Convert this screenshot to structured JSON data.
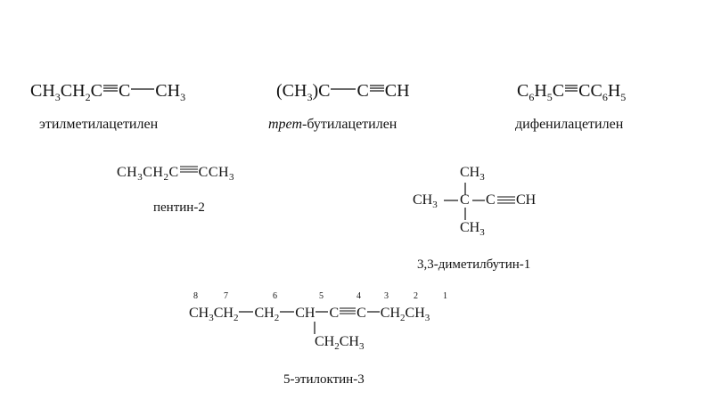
{
  "compounds": [
    {
      "formula": {
        "a": "CH",
        "s1": "3",
        "b": "CH",
        "s2": "2",
        "c": "C",
        "d": "C",
        "e": "CH",
        "s3": "3"
      },
      "name": "этилметилацетилен"
    },
    {
      "formula": {
        "a": "(CH",
        "s1": "3",
        "b": ")C",
        "c": "C",
        "d": "CH"
      },
      "name_italic": "трет",
      "name_rest": "-бутилацетилен"
    },
    {
      "formula": {
        "a": "C",
        "s1": "6",
        "b": "H",
        "s2": "5",
        "c": "C",
        "d": "CC",
        "s3": "6",
        "e": "H",
        "s4": "5"
      },
      "name": "дифенилацетилен"
    },
    {
      "formula": {
        "a": "CH",
        "s1": "3",
        "b": "CH",
        "s2": "2",
        "c": "C",
        "d": "CCH",
        "s3": "3"
      },
      "name": "пентин-2"
    },
    {
      "top": "CH",
      "top_sub": "3",
      "left": "CH",
      "left_sub": "3",
      "center": "C",
      "right_c": "C",
      "right_end": "CH",
      "bottom": "CH",
      "bottom_sub": "3",
      "name": "3,3-диметилбутин-1"
    },
    {
      "numbers": [
        "8",
        "7",
        "6",
        "5",
        "4",
        "3",
        "2",
        "1"
      ],
      "chain": {
        "a": "CH",
        "s1": "3",
        "b": "CH",
        "s2": "2",
        "c": "CH",
        "s3": "2",
        "d": "CH",
        "e": "C",
        "f": "C",
        "g": "CH",
        "s4": "2",
        "h": "CH",
        "s5": "3"
      },
      "branch": {
        "a": "CH",
        "s1": "2",
        "b": "CH",
        "s2": "3"
      },
      "name": "5-этилоктин-3"
    }
  ]
}
